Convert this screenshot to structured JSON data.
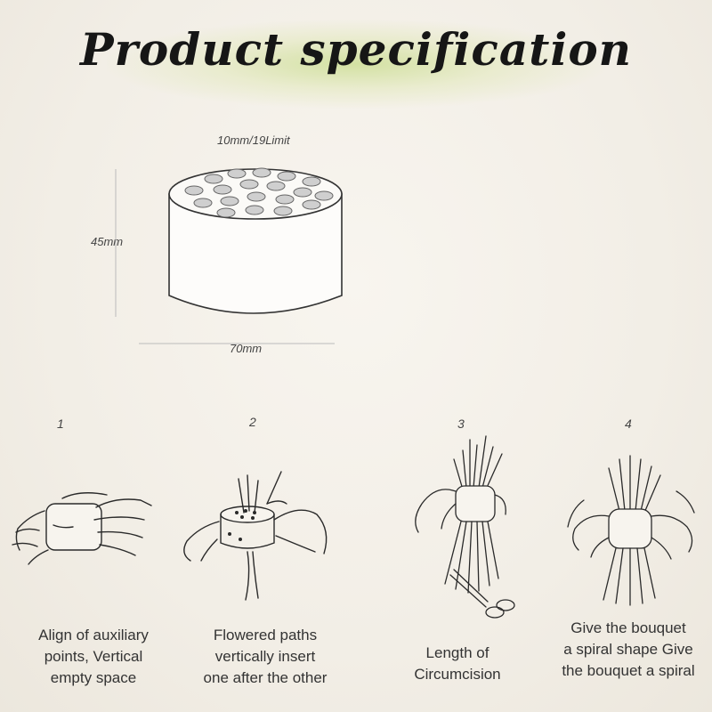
{
  "title": "Product specification",
  "spec": {
    "top_label": "10mm/19Limit",
    "height_label": "45mm",
    "width_label": "70mm"
  },
  "steps": [
    {
      "number": "1",
      "lines": [
        "Align of auxiliary",
        "points, Vertical",
        "empty space"
      ]
    },
    {
      "number": "2",
      "lines": [
        "Flowered paths",
        "vertically insert",
        "one after the other"
      ]
    },
    {
      "number": "3",
      "lines": [
        "Length of",
        "Circumcision"
      ]
    },
    {
      "number": "4",
      "lines": [
        "Give the bouquet",
        "a spiral shape Give",
        "the bouquet a spiral"
      ]
    }
  ],
  "colors": {
    "background": "#f2eee6",
    "title_glow": "#cdde96",
    "line_art": "#2a2a2a"
  }
}
